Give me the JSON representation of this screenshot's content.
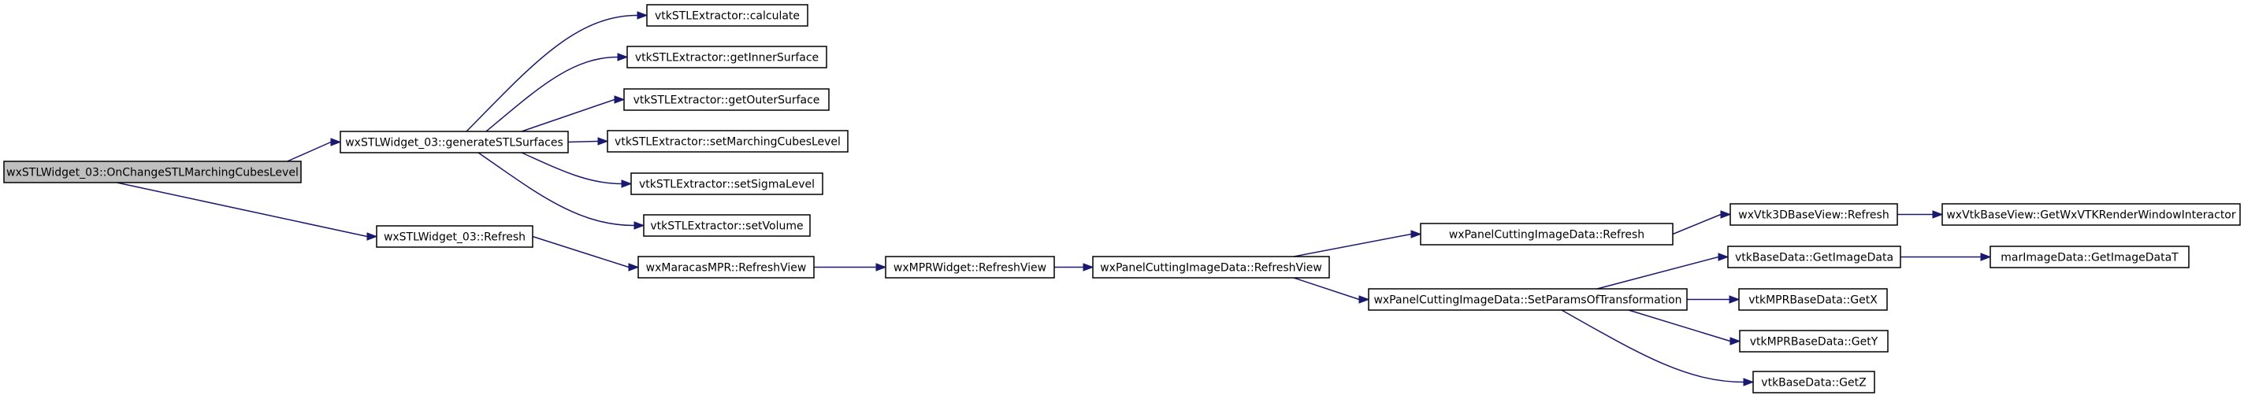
{
  "colors": {
    "edge": "#191970",
    "root_fill": "#bfbfbf",
    "node_fill": "#ffffff",
    "node_border": "#000000"
  },
  "nodes": [
    {
      "id": "n0",
      "label": "wxSTLWidget_03::OnChangeSTLMarchingCubesLevel",
      "root": true
    },
    {
      "id": "n1",
      "label": "wxSTLWidget_03::generateSTLSurfaces"
    },
    {
      "id": "n2",
      "label": "vtkSTLExtractor::calculate"
    },
    {
      "id": "n3",
      "label": "vtkSTLExtractor::getInnerSurface"
    },
    {
      "id": "n4",
      "label": "vtkSTLExtractor::getOuterSurface"
    },
    {
      "id": "n5",
      "label": "vtkSTLExtractor::setMarchingCubesLevel"
    },
    {
      "id": "n6",
      "label": "vtkSTLExtractor::setSigmaLevel"
    },
    {
      "id": "n7",
      "label": "vtkSTLExtractor::setVolume"
    },
    {
      "id": "n8",
      "label": "wxSTLWidget_03::Refresh"
    },
    {
      "id": "n9",
      "label": "wxMaracasMPR::RefreshView"
    },
    {
      "id": "n10",
      "label": "wxMPRWidget::RefreshView"
    },
    {
      "id": "n11",
      "label": "wxPanelCuttingImageData::RefreshView"
    },
    {
      "id": "n12",
      "label": "wxPanelCuttingImageData::Refresh"
    },
    {
      "id": "n13",
      "label": "wxVtk3DBaseView::Refresh"
    },
    {
      "id": "n14",
      "label": "wxVtkBaseView::GetWxVTKRenderWindowInteractor"
    },
    {
      "id": "n15",
      "label": "wxPanelCuttingImageData::SetParamsOfTransformation"
    },
    {
      "id": "n16",
      "label": "vtkBaseData::GetImageData"
    },
    {
      "id": "n17",
      "label": "marImageData::GetImageDataT"
    },
    {
      "id": "n18",
      "label": "vtkMPRBaseData::GetX"
    },
    {
      "id": "n19",
      "label": "vtkMPRBaseData::GetY"
    },
    {
      "id": "n20",
      "label": "vtkBaseData::GetZ"
    }
  ],
  "edges": [
    [
      "n0",
      "n1"
    ],
    [
      "n0",
      "n8"
    ],
    [
      "n1",
      "n2"
    ],
    [
      "n1",
      "n3"
    ],
    [
      "n1",
      "n4"
    ],
    [
      "n1",
      "n5"
    ],
    [
      "n1",
      "n6"
    ],
    [
      "n1",
      "n7"
    ],
    [
      "n8",
      "n9"
    ],
    [
      "n9",
      "n10"
    ],
    [
      "n10",
      "n11"
    ],
    [
      "n11",
      "n12"
    ],
    [
      "n11",
      "n15"
    ],
    [
      "n12",
      "n13"
    ],
    [
      "n13",
      "n14"
    ],
    [
      "n15",
      "n16"
    ],
    [
      "n15",
      "n18"
    ],
    [
      "n15",
      "n19"
    ],
    [
      "n15",
      "n20"
    ],
    [
      "n16",
      "n17"
    ]
  ]
}
